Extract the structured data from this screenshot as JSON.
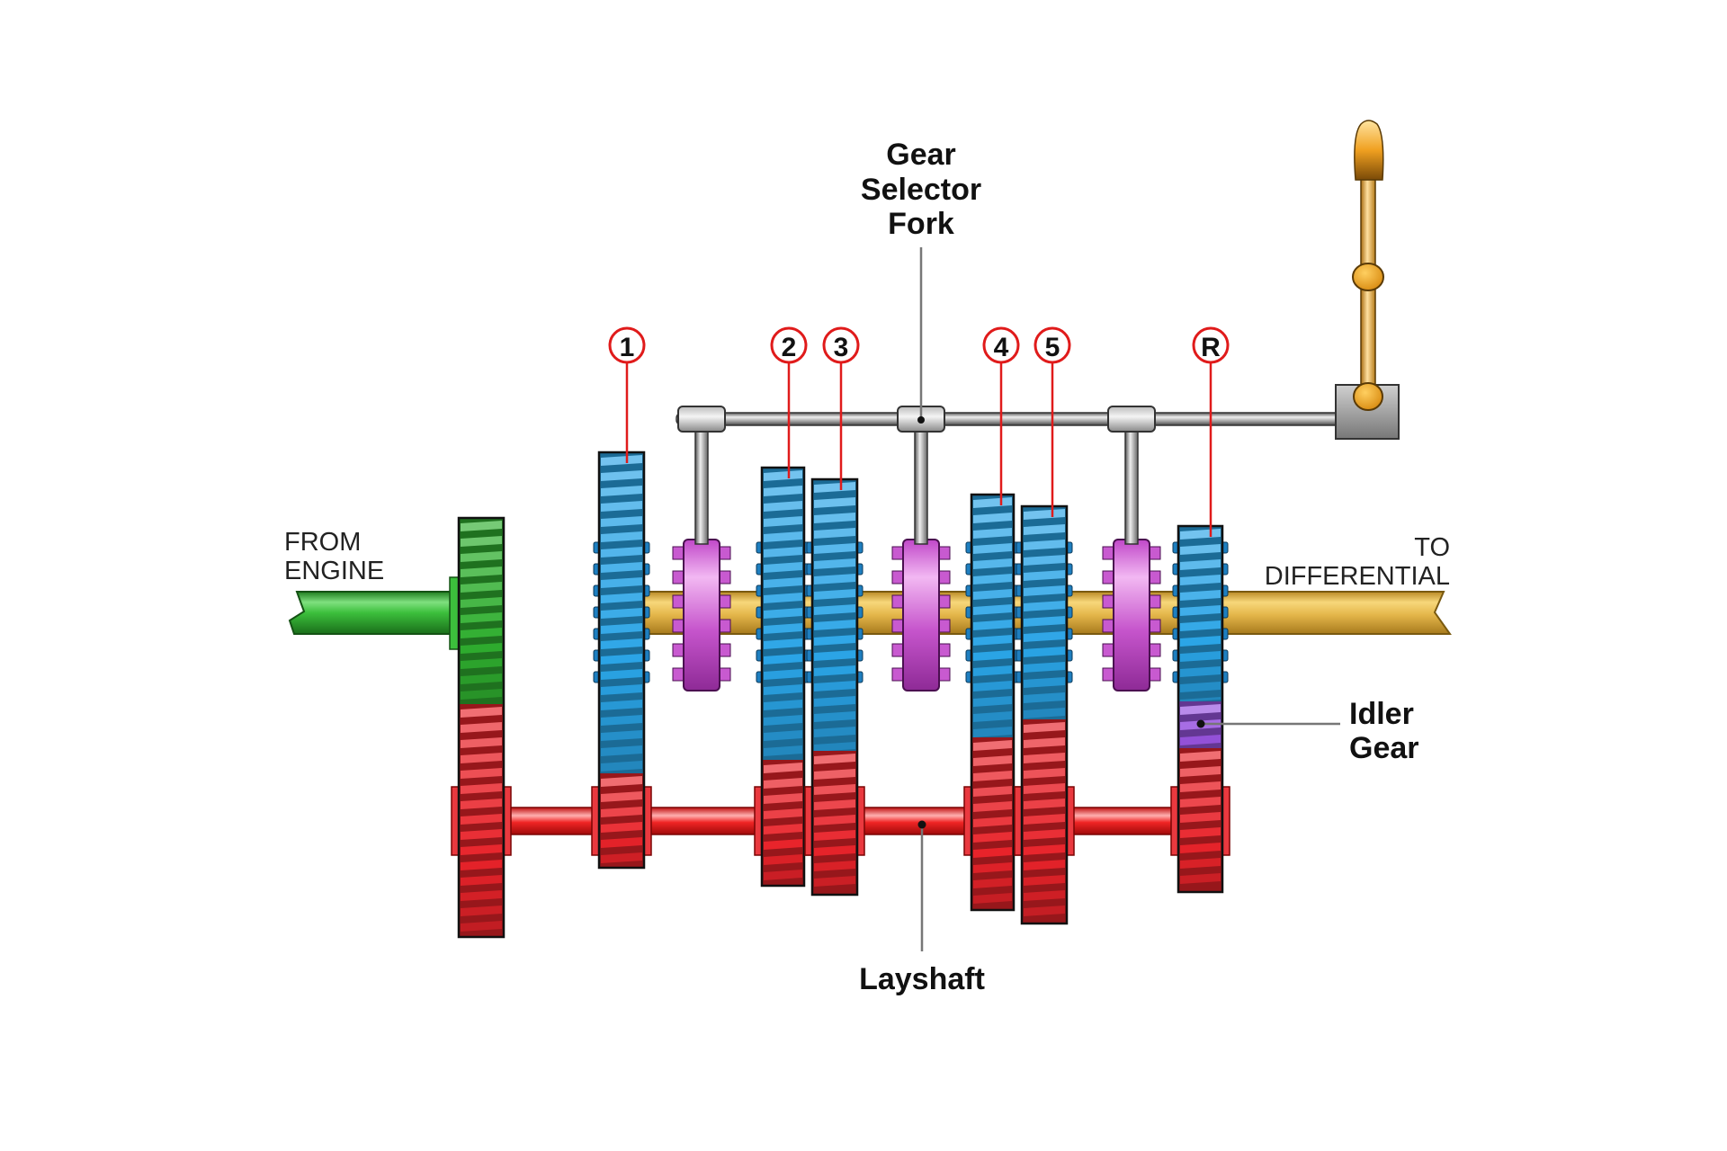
{
  "labels": {
    "selector_fork": [
      "Gear",
      "Selector",
      "Fork"
    ],
    "from_engine": [
      "FROM",
      "ENGINE"
    ],
    "to_differential": [
      "TO",
      "DIFFERENTIAL"
    ],
    "idler_gear": [
      "Idler",
      "Gear"
    ],
    "layshaft": "Layshaft"
  },
  "gear_markers": [
    "1",
    "2",
    "3",
    "4",
    "5",
    "R"
  ],
  "colors": {
    "input": "#2fae2f",
    "main_gear": "#2aa4e6",
    "lay_gear": "#e8232a",
    "synchro": "#c85ad0",
    "output_shaft": "#e2b447",
    "idler": "#9955e0",
    "lever": "#e0901a",
    "rail": "#9a9a9a",
    "marker": "#e01b1b"
  }
}
